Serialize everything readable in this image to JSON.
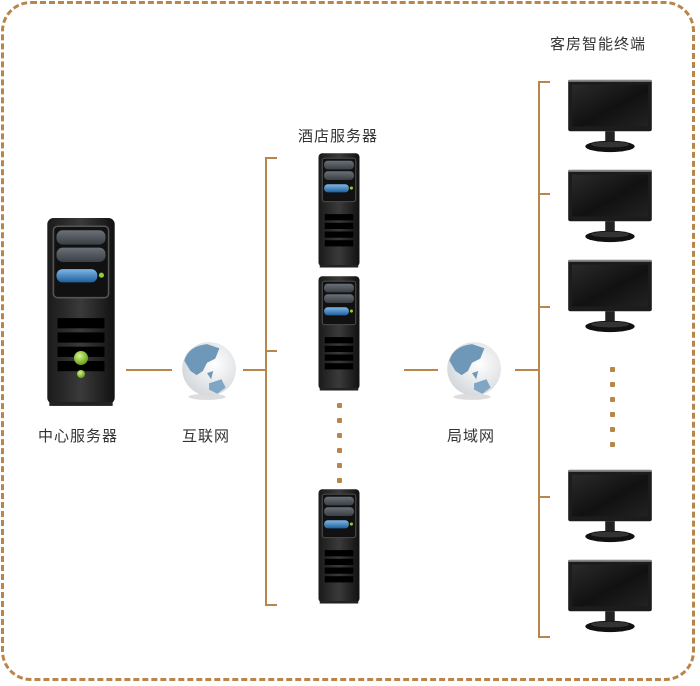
{
  "diagram": {
    "border_color": "#b8864a",
    "nodes": {
      "center_server": {
        "label": "中心服务器",
        "icon": "server-tower-icon"
      },
      "internet": {
        "label": "互联网",
        "icon": "globe-icon"
      },
      "hotel_servers": {
        "label": "酒店服务器",
        "icon": "server-tower-icon",
        "visible_count": 3,
        "ellipsis": true
      },
      "lan": {
        "label": "局域网",
        "icon": "globe-icon"
      },
      "room_terminals": {
        "label": "客房智能终端",
        "icon": "monitor-icon",
        "visible_count": 5,
        "ellipsis": true
      }
    },
    "edges": [
      {
        "from": "中心服务器",
        "to": "互联网"
      },
      {
        "from": "互联网",
        "to": "酒店服务器"
      },
      {
        "from": "酒店服务器",
        "to": "局域网"
      },
      {
        "from": "局域网",
        "to": "客房智能终端"
      }
    ]
  }
}
